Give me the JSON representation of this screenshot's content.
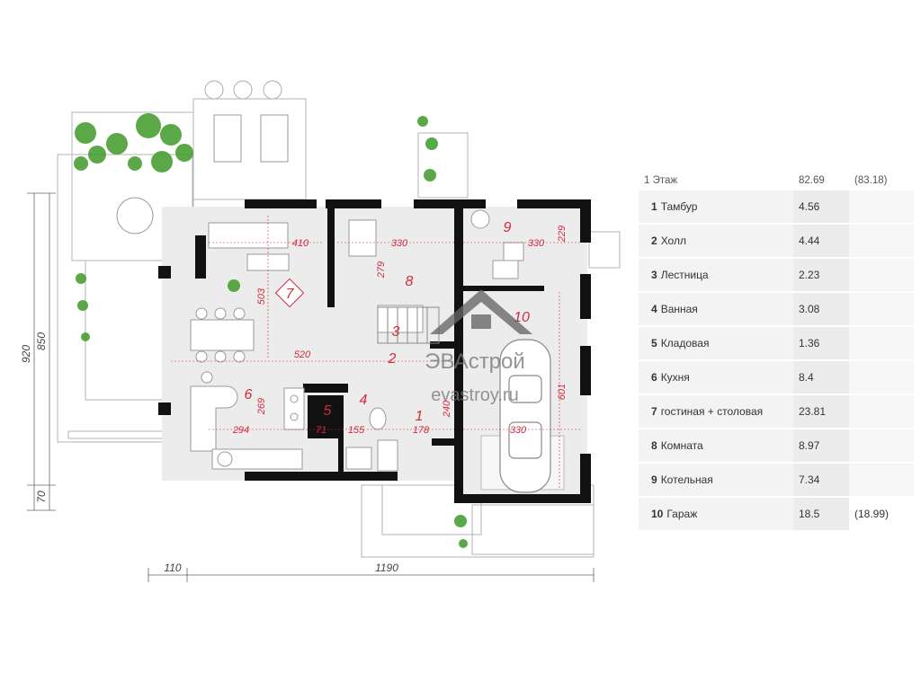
{
  "plan": {
    "rooms": [
      {
        "id": "1",
        "label": "1"
      },
      {
        "id": "2",
        "label": "2"
      },
      {
        "id": "3",
        "label": "3"
      },
      {
        "id": "4",
        "label": "4"
      },
      {
        "id": "5",
        "label": "5"
      },
      {
        "id": "6",
        "label": "6"
      },
      {
        "id": "7",
        "label": "7"
      },
      {
        "id": "8",
        "label": "8"
      },
      {
        "id": "9",
        "label": "9"
      },
      {
        "id": "10",
        "label": "10"
      }
    ],
    "dimensions": {
      "d410": "410",
      "d330a": "330",
      "d330b": "330",
      "d229": "229",
      "d279": "279",
      "d503": "503",
      "d520": "520",
      "d269": "269",
      "d294": "294",
      "d71": "71",
      "d155": "155",
      "d178": "178",
      "d240": "240",
      "d330c": "330",
      "d601": "601"
    },
    "outer_dims": {
      "h920": "920",
      "h850": "850",
      "h70": "70",
      "w110": "110",
      "w1190": "1190"
    },
    "watermark": {
      "brand": "ЭВАстрой",
      "site": "evastroy.ru"
    }
  },
  "table": {
    "floor": {
      "label": "1 Этаж",
      "area": "82.69",
      "alt": "(83.18)"
    },
    "rows": [
      {
        "num": "1",
        "name": "Тамбур",
        "area": "4.56",
        "alt": ""
      },
      {
        "num": "2",
        "name": "Холл",
        "area": "4.44",
        "alt": ""
      },
      {
        "num": "3",
        "name": "Лестница",
        "area": "2.23",
        "alt": ""
      },
      {
        "num": "4",
        "name": "Ванная",
        "area": "3.08",
        "alt": ""
      },
      {
        "num": "5",
        "name": "Кладовая",
        "area": "1.36",
        "alt": ""
      },
      {
        "num": "6",
        "name": "Кухня",
        "area": "8.4",
        "alt": ""
      },
      {
        "num": "7",
        "name": "гостиная + столовая",
        "area": "23.81",
        "alt": ""
      },
      {
        "num": "8",
        "name": "Комната",
        "area": "8.97",
        "alt": ""
      },
      {
        "num": "9",
        "name": "Котельная",
        "area": "7.34",
        "alt": ""
      },
      {
        "num": "10",
        "name": "Гараж",
        "area": "18.5",
        "alt": "(18.99)"
      }
    ]
  },
  "colors": {
    "wall": "#111111",
    "dim": "#d42a3a",
    "floor": "#ececec",
    "outline": "#999999",
    "plant": "#3f9a2a"
  }
}
